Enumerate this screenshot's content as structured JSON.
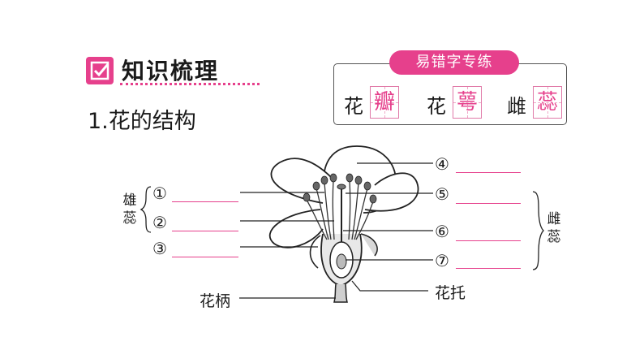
{
  "heading": {
    "title": "知识梳理"
  },
  "subheading": "1.花的结构",
  "error_box": {
    "title": "易错字专练",
    "items": [
      {
        "prefix": "花",
        "char": "瓣"
      },
      {
        "prefix": "花",
        "char": "萼"
      },
      {
        "prefix": "雌",
        "char": "蕊"
      }
    ]
  },
  "diagram": {
    "left_numbers": [
      "①",
      "②",
      "③"
    ],
    "right_numbers": [
      "④",
      "⑤",
      "⑥",
      "⑦"
    ],
    "left_group_label": [
      "雄",
      "蕊"
    ],
    "right_group_label": [
      "雌",
      "蕊"
    ],
    "stalk_label": "花柄",
    "receptacle_label": "花托"
  },
  "colors": {
    "accent": "#e6408c",
    "text": "#1a1a1a"
  }
}
